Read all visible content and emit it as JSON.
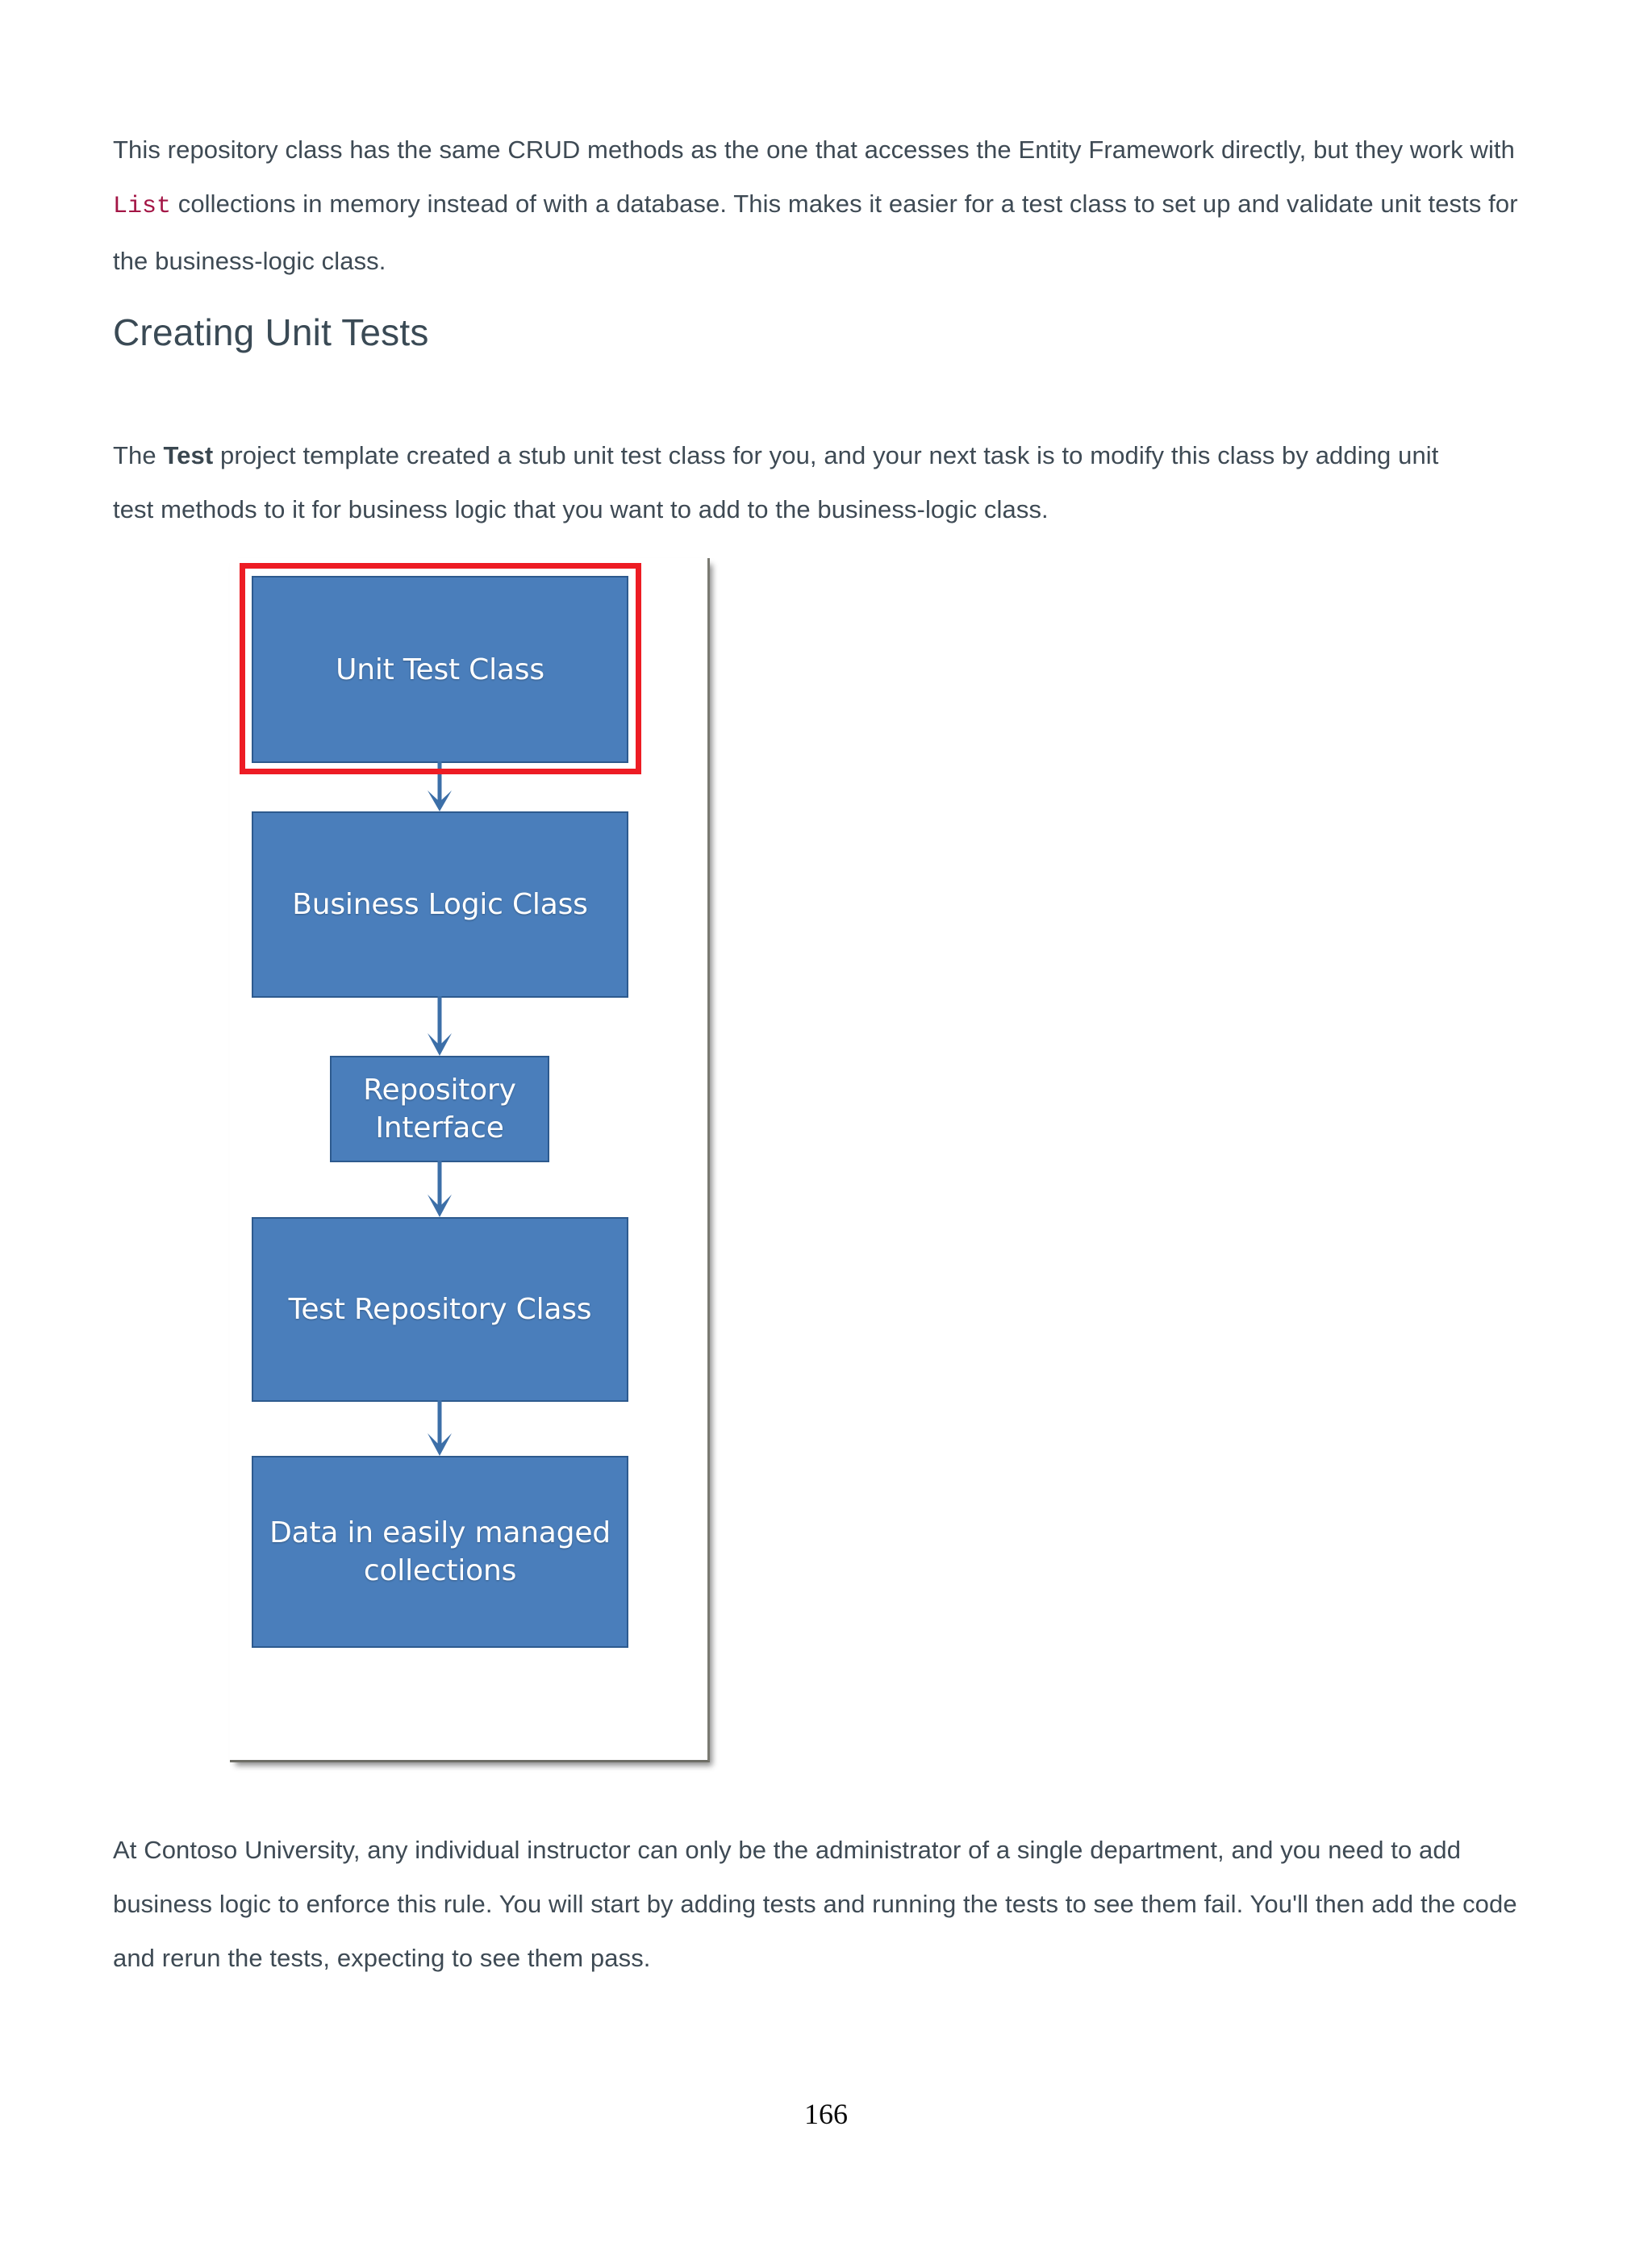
{
  "page": {
    "number": "166",
    "background_color": "#ffffff",
    "text_color": "#3e4a54",
    "heading_color": "#3a4a55",
    "code_color": "#a31545"
  },
  "paragraphs": {
    "intro": {
      "part1": "This repository class has the same CRUD methods as the one that accesses the Entity Framework directly, but they work with ",
      "code": "List",
      "part2": " collections in memory instead of with a database. This makes it easier for a test class to set up and validate unit tests for the business-logic class."
    },
    "lead": {
      "part1": "The ",
      "bold": "Test",
      "part2": " project template created a stub unit test class for you, and your next task is to modify this class by adding unit test methods to it for business logic that you want to add to the business-logic class."
    },
    "outro": {
      "text": "At Contoso University, any individual instructor can only be the administrator of a single department, and you need to add business logic to enforce this rule. You will start by adding tests and running the tests to see them fail. You'll then add the code and rerun the tests, expecting to see them pass."
    }
  },
  "heading": {
    "text": "Creating Unit Tests"
  },
  "figure": {
    "caption": "",
    "highlight_color": "#ed1c24",
    "node_fill": "#4a7ebb",
    "node_border": "#2d5a8e",
    "arrow_color": "#3c6fa8",
    "nodes": [
      {
        "id": "unit-test-class",
        "label": "Unit Test Class",
        "highlighted": true
      },
      {
        "id": "business-logic-class",
        "label": "Business Logic Class",
        "highlighted": false
      },
      {
        "id": "repository-interface",
        "label": "Repository Interface",
        "highlighted": false
      },
      {
        "id": "test-repository-class",
        "label": "Test Repository Class",
        "highlighted": false
      },
      {
        "id": "data-collections",
        "label": "Data in easily managed collections",
        "highlighted": false
      }
    ],
    "arrows": [
      {
        "from": "unit-test-class",
        "to": "business-logic-class"
      },
      {
        "from": "business-logic-class",
        "to": "repository-interface"
      },
      {
        "from": "repository-interface",
        "to": "test-repository-class"
      },
      {
        "from": "test-repository-class",
        "to": "data-collections"
      }
    ]
  }
}
